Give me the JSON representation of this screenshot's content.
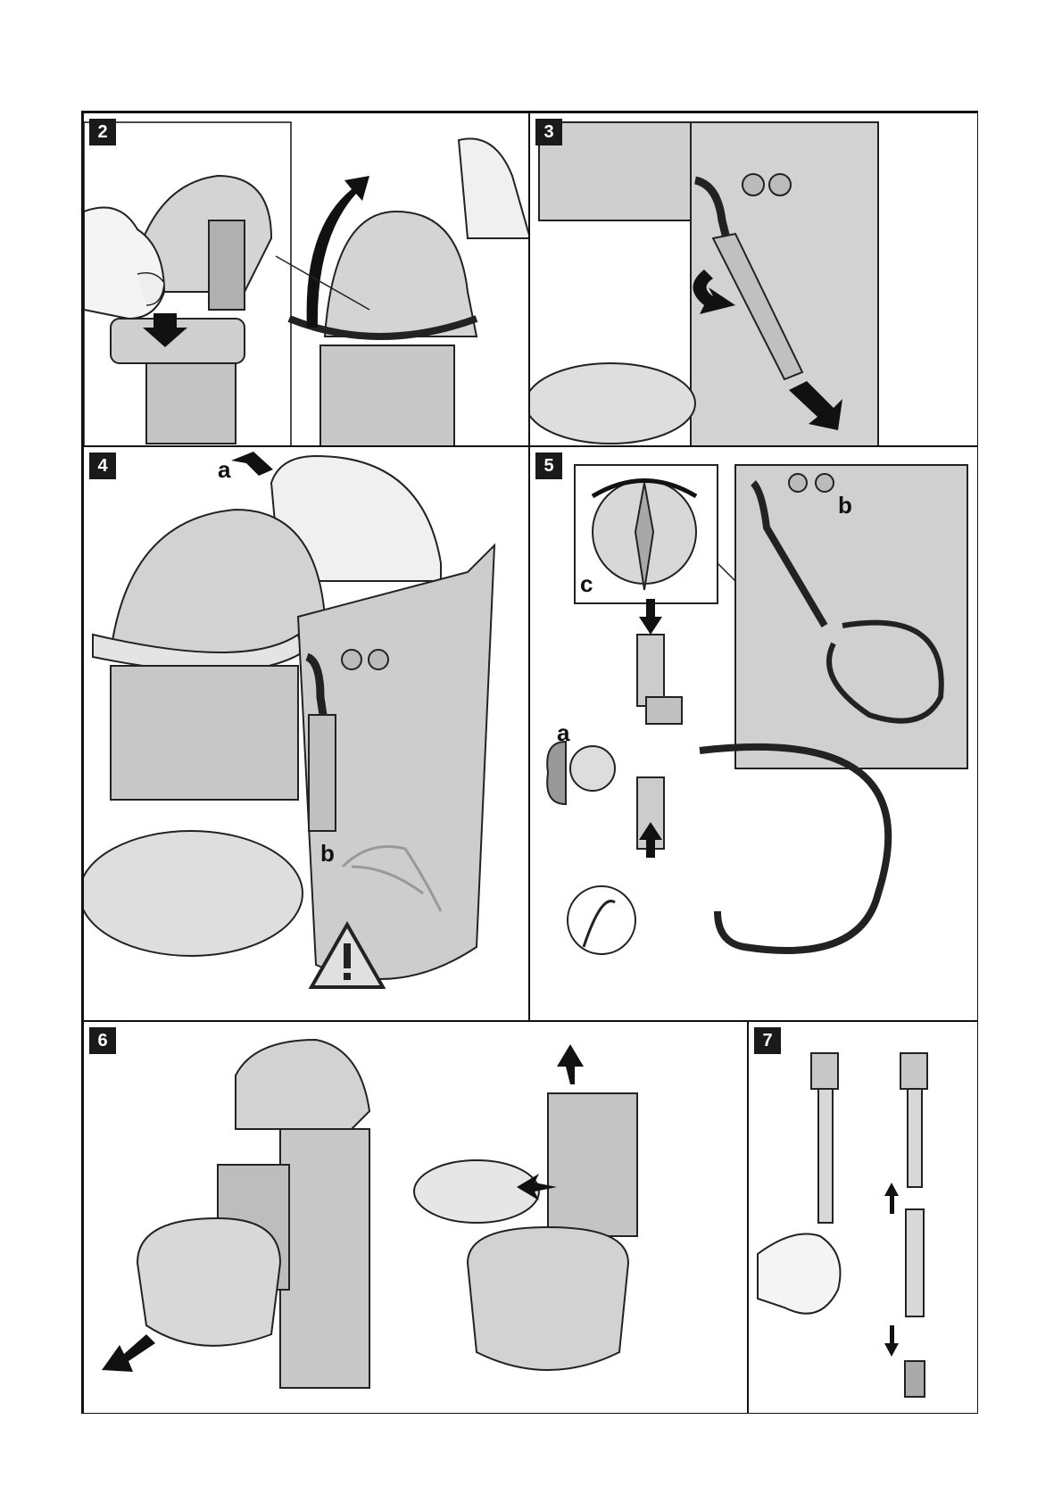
{
  "colors": {
    "line": "#1a1a1a",
    "metal": "#c9c9c9",
    "metal_light": "#e4e4e4",
    "metal_dark": "#9a9a9a",
    "dot": "#8a8a8a"
  },
  "panels": [
    {
      "id": "panel-2",
      "number": "2",
      "labels": []
    },
    {
      "id": "panel-3",
      "number": "3",
      "labels": []
    },
    {
      "id": "panel-4",
      "number": "4",
      "labels": [
        "a",
        "b"
      ]
    },
    {
      "id": "panel-5",
      "number": "5",
      "labels": [
        "c",
        "b",
        "a"
      ]
    },
    {
      "id": "panel-6",
      "number": "6",
      "labels": []
    },
    {
      "id": "panel-7",
      "number": "7",
      "labels": []
    }
  ],
  "icons": [
    "hand-icon",
    "arrow-icon",
    "warning-triangle-icon",
    "steam-icon",
    "dial-icon",
    "magnifier-detail-icon"
  ]
}
